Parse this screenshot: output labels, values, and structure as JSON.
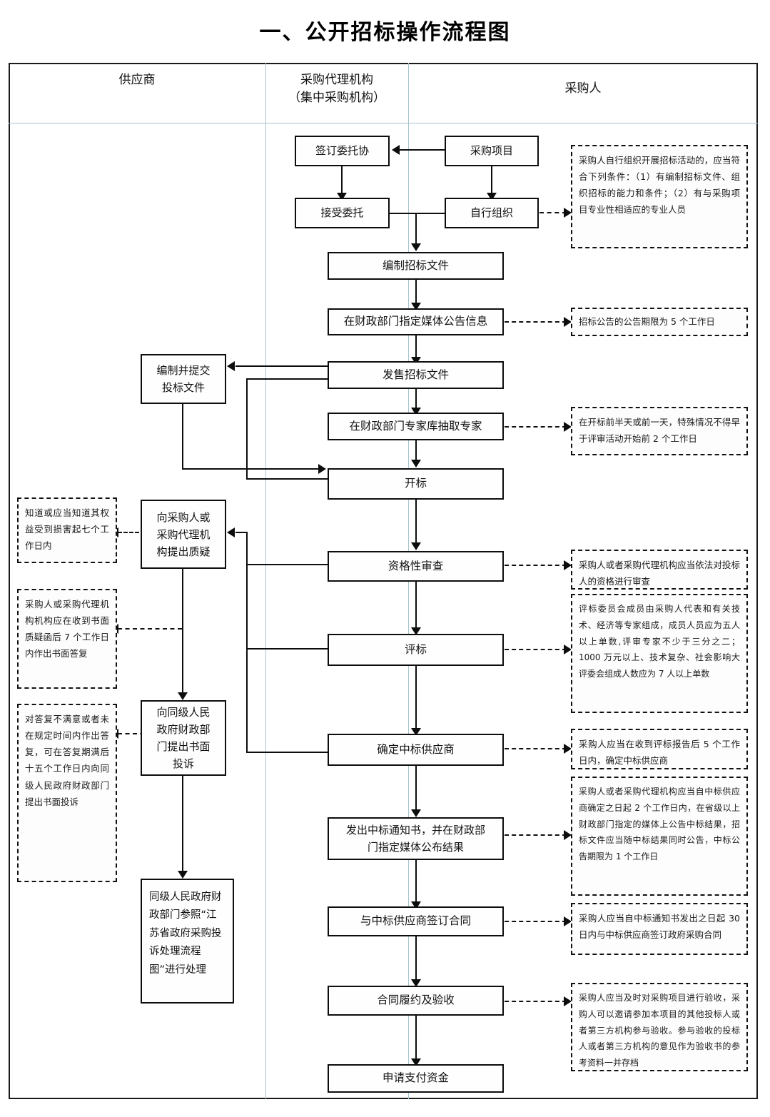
{
  "title": "一、公开招标操作流程图",
  "lanes": [
    {
      "name": "supplier",
      "label": "供应商"
    },
    {
      "name": "agency",
      "label": "采购代理机构\n（集中采购机构）",
      "line1": "采购代理机构",
      "line2": "（集中采购机构）"
    },
    {
      "name": "purchaser",
      "label": "采购人"
    }
  ],
  "nodes": {
    "sign_entrust": "签订委托协",
    "purchase_project": "采购项目",
    "accept_entrust": "接受委托",
    "self_organize": "自行组织",
    "prepare_docs": "编制招标文件",
    "announce_media": "在财政部门指定媒体公告信息",
    "sell_docs": "发售招标文件",
    "draw_experts": "在财政部门专家库抽取专家",
    "bid_opening": "开标",
    "qualification_review": "资格性审查",
    "evaluation": "评标",
    "determine_winner": "确定中标供应商",
    "issue_notice_l1": "发出中标通知书，并在财政部",
    "issue_notice_l2": "门指定媒体公布结果",
    "sign_contract": "与中标供应商签订合同",
    "contract_perform": "合同履约及验收",
    "apply_payment": "申请支付资金",
    "prepare_bid_l1": "编制并提交",
    "prepare_bid_l2": "投标文件",
    "raise_query_l1": "向采购人或",
    "raise_query_l2": "采购代理机",
    "raise_query_l3": "构提出质疑",
    "complaint_l1": "向同级人民",
    "complaint_l2": "政府财政部",
    "complaint_l3": "门提出书面",
    "complaint_l4": "投诉",
    "handle_complaint": "同级人民政府财政部门参照“江苏省政府采购投诉处理流程图”进行处理"
  },
  "notes": {
    "self_organize_note": "采购人自行组织开展招标活动的，应当符合下列条件：（1）有编制招标文件、组织招标的能力和条件；（2）有与采购项目专业性相适应的专业人员",
    "announce_note": "招标公告的公告期限为 5 个工作日",
    "experts_note": "在开标前半天或前一天，特殊情况不得早于评审活动开始前 2 个工作日",
    "qualification_note": "采购人或者采购代理机构应当依法对投标人的资格进行审查",
    "evaluation_note": "评标委员会成员由采购人代表和有关技术、经济等专家组成，成员人员应为五人以上单数,评审专家不少于三分之二；1000 万元以上、技术复杂、社会影响大评委会组成人数应为 7 人以上单数",
    "winner_note": "采购人应当在收到评标报告后 5 个工作日内，确定中标供应商",
    "notice_note": "采购人或者采购代理机构应当自中标供应商确定之日起 2 个工作日内，在省级以上财政部门指定的媒体上公告中标结果，招标文件应当随中标结果同时公告，中标公告期限为 1 个工作日",
    "contract_note": "采购人应当自中标通知书发出之日起 30 日内与中标供应商签订政府采购合同",
    "acceptance_note": "采购人应当及时对采购项目进行验收，采购人可以邀请参加本项目的其他投标人或者第三方机构参与验收。参与验收的投标人或者第三方机构的意见作为验收书的参考资料一并存档",
    "query_window_note": "知道或应当知道其权益受到损害起七个工作日内",
    "reply_note": "采购人或采购代理机构机构应在收到书面质疑函后 7 个工作日内作出书面答复",
    "complaint_note": "对答复不满意或者未在规定时间内作出答复，可在答复期满后十五个工作日内向同级人民政府财政部门提出书面投诉"
  },
  "colors": {
    "lane_divider": "#a7c4cd",
    "box_border": "#0d0d0d",
    "note_border": "#111111",
    "background": "#ffffff"
  }
}
